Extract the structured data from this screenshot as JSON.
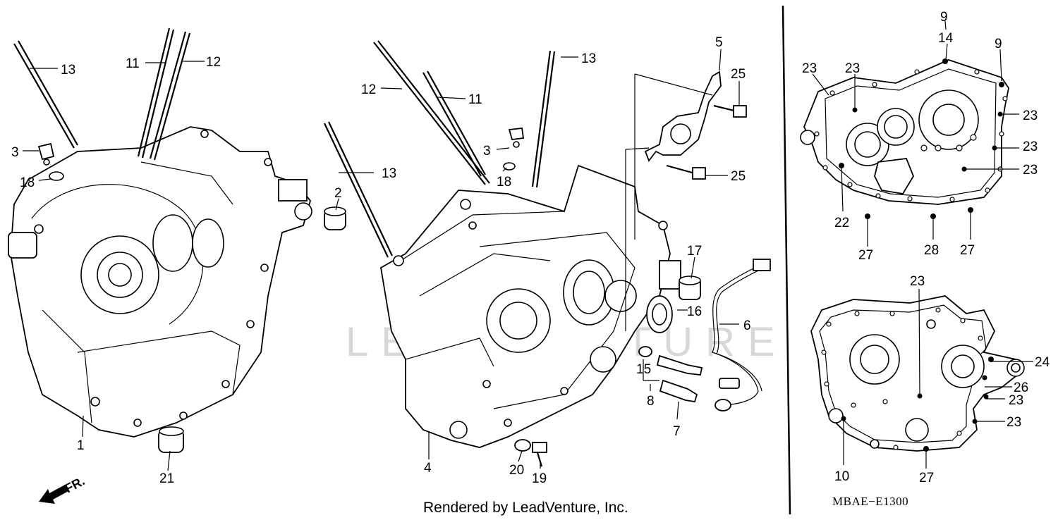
{
  "diagram": {
    "callouts": [
      "1",
      "2",
      "3",
      "3",
      "4",
      "5",
      "6",
      "7",
      "8",
      "9",
      "9",
      "10",
      "11",
      "11",
      "12",
      "12",
      "13",
      "13",
      "13",
      "14",
      "15",
      "16",
      "17",
      "18",
      "18",
      "19",
      "20",
      "21",
      "22",
      "23",
      "23",
      "23",
      "23",
      "23",
      "23",
      "23",
      "23",
      "24",
      "25",
      "25",
      "26",
      "27",
      "27",
      "27",
      "28"
    ],
    "watermark": "LEADVENTURE",
    "footer": "Rendered by LeadVenture, Inc.",
    "code": "MBAE−E1300",
    "direction_label": "FR."
  }
}
